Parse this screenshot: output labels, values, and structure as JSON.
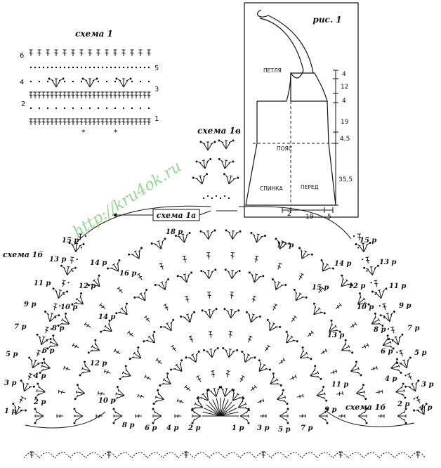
{
  "watermark": "http://kru4ok.ru",
  "scheme1": {
    "title": "схема 1",
    "left_rows": [
      "6",
      "4",
      "2"
    ],
    "right_rows": [
      "5",
      "3",
      "1"
    ],
    "stars": [
      "*",
      "*"
    ]
  },
  "figure": {
    "title": "рис. 1",
    "loop": "ПЕТЛЯ",
    "belt": "ПОЯС",
    "back": "СПИНКА",
    "front": "ПЕРЕД",
    "right_dims": [
      "4",
      "12",
      "4",
      "19",
      "4,5",
      "35,5"
    ],
    "bottom_dims": [
      "2",
      "19",
      "5"
    ]
  },
  "scheme1v": {
    "title": "схема 1в"
  },
  "scheme1a": {
    "title": "схема 1а"
  },
  "scheme1b_left": {
    "title": "схема 1б"
  },
  "scheme1b_right": {
    "title": "схема 1б"
  },
  "fan_rows": {
    "bottom": [
      "1 р",
      "2 р",
      "3 р",
      "4 р",
      "5 р",
      "6 р",
      "7 р",
      "8 р"
    ],
    "left": [
      "10 р",
      "12 р",
      "14 р",
      "16 р",
      "18 р"
    ],
    "right": [
      "9 р",
      "11 р",
      "13 р",
      "15 р",
      "17 р"
    ]
  },
  "left_wing_rows": {
    "outer": [
      "1 р",
      "3 р",
      "5 р",
      "7 р",
      "9 р",
      "11 р",
      "13 р",
      "15 р"
    ],
    "inner": [
      "2 р",
      "4 р",
      "6 р",
      "8 р",
      "10 р",
      "12 р",
      "14 р"
    ]
  },
  "right_wing_rows": {
    "outer": [
      "1 р",
      "3 р",
      "5 р",
      "7 р",
      "9 р",
      "11 р",
      "13 р",
      "15 р"
    ],
    "inner": [
      "2 р",
      "4 р",
      "6 р",
      "8 р",
      "10 р",
      "12 р",
      "14 р"
    ]
  }
}
